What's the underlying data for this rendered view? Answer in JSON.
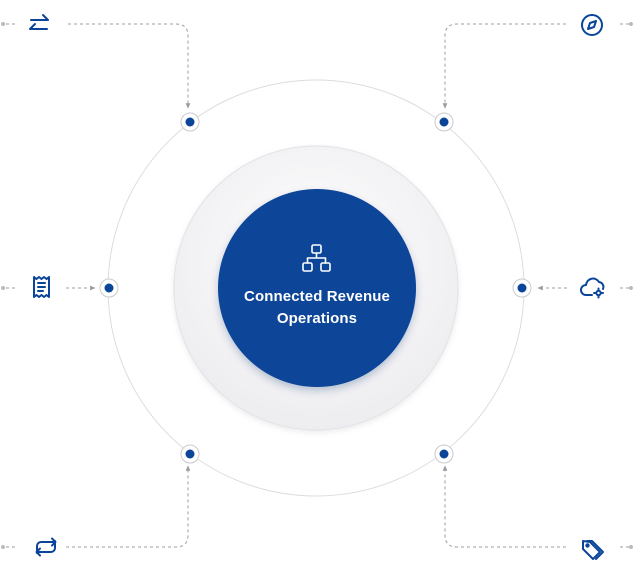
{
  "hub": {
    "title_line1": "Connected Revenue",
    "title_line2": "Operations",
    "icon": "hierarchy-icon"
  },
  "nodes": [
    {
      "id": "top-left",
      "icon": "arrows-swap-icon"
    },
    {
      "id": "top-right",
      "icon": "compass-icon"
    },
    {
      "id": "middle-left",
      "icon": "receipt-icon"
    },
    {
      "id": "middle-right",
      "icon": "cloud-gear-icon"
    },
    {
      "id": "bottom-left",
      "icon": "repeat-icon"
    },
    {
      "id": "bottom-right",
      "icon": "tags-icon"
    }
  ],
  "colors": {
    "primary": "#0b4599",
    "ring": "#dcdde1",
    "connector": "#9a9ca3",
    "icon": "#0b4599"
  }
}
